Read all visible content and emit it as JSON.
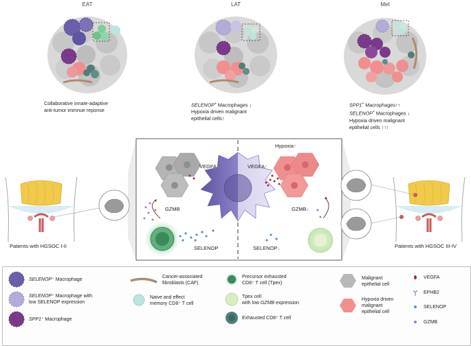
{
  "panels": {
    "eat": {
      "title": "EAT",
      "desc": [
        "Collaborative innate-adaptive",
        "anti-tumor immnue reponse"
      ]
    },
    "lat": {
      "title": "LAT",
      "desc_l1_italic": "SELENOP",
      "desc_l1_sup": "+",
      "desc_l1_rest": " Macrophages ↓",
      "desc_l2": "Hypoxia driven malignant",
      "desc_l3": "epithelial cells↑"
    },
    "met": {
      "title": "Met",
      "l1_italic": "SPP1",
      "l1_sup": "+",
      "l1_rest": " Macrophages↑↑",
      "l2_italic": "SELENOP",
      "l2_sup": "+",
      "l2_rest": " Macrophages ↓",
      "l3": "Hypoxia driven malignant",
      "l4": "epithelial cells ↑↑↑"
    }
  },
  "center": {
    "vegfa_left": "VEGFA",
    "gzmb_left": "GZMB",
    "selenop_left": "SELENOP",
    "hypoxia": "Hypoxia",
    "hypoxia_arrow": "↑",
    "vegfa_right": "VEGFA",
    "vegfa_right_arrow": "↑",
    "gzmb_right": "GZMB",
    "gzmb_right_arrow": "↓",
    "selenop_right": "SELENOP",
    "selenop_right_arrow": "↓"
  },
  "patients": {
    "left": "Patients with HGSOC I-II",
    "right": "Patients with HGSOC III-IV"
  },
  "legend": {
    "selenop_mac_italic": "SELENOP",
    "selenop_mac_rest": "⁺ Macrophage",
    "selenop_low_italic": "SELENOP",
    "selenop_low_l1": "⁺ Macrophage with",
    "selenop_low_l2": "low SELENOP expression",
    "spp1_italic": "SPP1",
    "spp1_rest": "⁺ Macrophage",
    "caf_l1": "Cancer-associated",
    "caf_l2": "fibroblasts (CAF)",
    "naive_l1": "Naive and effect",
    "naive_l2": "memory CD8⁺ T cell",
    "tpex_l1": "Precursor exhausted",
    "tpex_l2": "CD8⁺ T cell (Tpex)",
    "tpex_low_l1": "Tpex cell",
    "tpex_low_l2_pre": "with low ",
    "tpex_low_l2_italic": "GZMB",
    "tpex_low_l2_post": " expression",
    "exhausted": "Exhausted CD8⁺ T cell",
    "malignant_l1": "Malignant",
    "malignant_l2": "epithelial cell",
    "hypoxia_l1": "Hypoxia driven",
    "hypoxia_l2": "malignant",
    "hypoxia_l3": "epithelial cell",
    "vegfa": "VEGFA",
    "ephb2": "EPHB2",
    "selenop": "SELENOP",
    "gzmb": "GZMB"
  },
  "colors": {
    "selenop_mac": "#6a5fa8",
    "selenop_low_mac": "#b3abd8",
    "spp1_mac": "#7a3a8a",
    "naive_t": "#bfe3df",
    "tpex": "#4c9a6e",
    "tpex_low": "#d7edc4",
    "exhausted_t": "#4f7f78",
    "malignant": "#b8b8b8",
    "hypoxia_cell": "#ef8f8f",
    "vegfa": "#9b2c3a",
    "selenop_dot": "#5b8fd1",
    "gzmb_dot": "#9c7fc9"
  }
}
